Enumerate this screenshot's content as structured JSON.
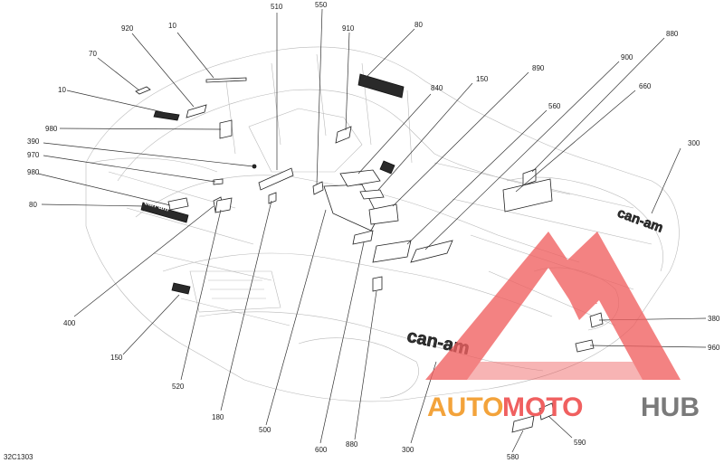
{
  "diagram_code": "32C1303",
  "labels": {
    "l10a": "10",
    "l920": "920",
    "l70": "70",
    "l10b": "10",
    "l980a": "980",
    "l390": "390",
    "l970": "970",
    "l980b": "980",
    "l80a": "80",
    "l400": "400",
    "l150a": "150",
    "l520": "520",
    "l180": "180",
    "l500": "500",
    "l600": "600",
    "l880a": "880",
    "l300a": "300",
    "l580": "580",
    "l590": "590",
    "l510": "510",
    "l550": "550",
    "l910": "910",
    "l80b": "80",
    "l840": "840",
    "l150b": "150",
    "l890": "890",
    "l560": "560",
    "l900": "900",
    "l880b": "880",
    "l660": "660",
    "l300b": "300",
    "l380": "380",
    "l960": "960"
  },
  "decals": {
    "brand_side": "can-am",
    "brand_tunnel": "can-am",
    "brand_rear": "can-am"
  },
  "watermark": {
    "part1": "AUTO",
    "part2": "MOTO",
    "part3": "HUB",
    "color_red": "#f06060",
    "color_orange": "#f3a33b",
    "color_gray": "#7a7a7a"
  }
}
